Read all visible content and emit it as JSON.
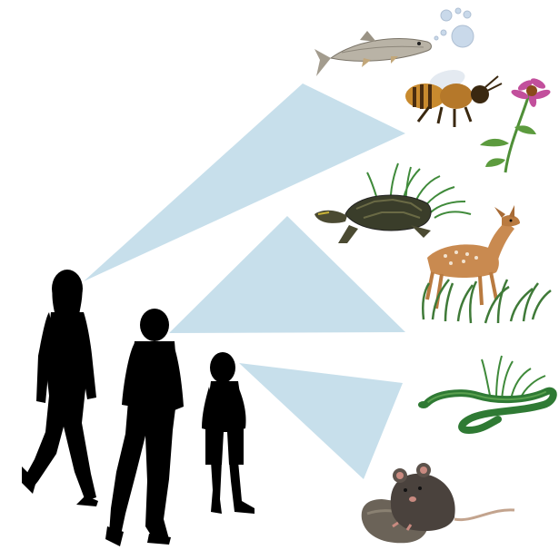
{
  "illustration": {
    "people": [
      "woman-silhouette",
      "man-silhouette",
      "child-silhouette"
    ],
    "animals": [
      "fish",
      "honeybee",
      "coneflower",
      "turtle",
      "deer-fawn",
      "grass",
      "snake",
      "rat",
      "rock"
    ],
    "colors": {
      "beam": "#c7dfeb",
      "silhouette": "#000000",
      "grass": "#3f8a3a",
      "fish": "#b9b3a6",
      "bee": "#c88a2e",
      "flower": "#c24f9c",
      "turtle": "#3a3d2a",
      "deer": "#c98a50",
      "snake": "#2f7a34",
      "rat": "#4a423d",
      "rock": "#6b6358",
      "bubble": "#c9d9ea"
    }
  }
}
